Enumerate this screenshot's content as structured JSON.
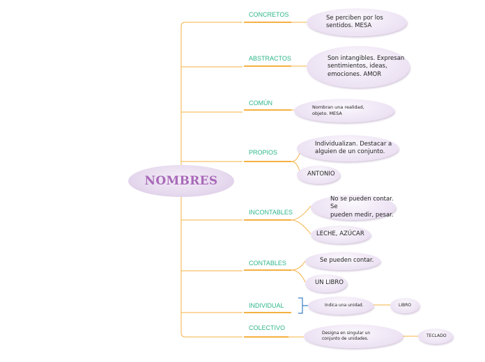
{
  "root": {
    "label": "NOMBRES"
  },
  "categories": [
    {
      "label": "CONCRETOS",
      "notes": [
        "Se perciben por los\nsentidos. MESA"
      ]
    },
    {
      "label": "ABSTRACTOS",
      "notes": [
        "Son intangibles. Expresan\nsentimientos, ideas,\nemociones. AMOR"
      ]
    },
    {
      "label": "COMÚN",
      "notes": [
        "Nombran una realidad,\nobjeto. MESA"
      ]
    },
    {
      "label": "PROPIOS",
      "notes": [
        "Individualizan. Destacar a\nalguien de un conjunto.",
        "ANTONIO"
      ]
    },
    {
      "label": "INCONTABLES",
      "notes": [
        "No se pueden contar. Se\npueden medir, pesar.",
        "LECHE, AZÚCAR"
      ]
    },
    {
      "label": "CONTABLES",
      "notes": [
        "Se pueden contar.",
        "UN LIBRO"
      ]
    },
    {
      "label": "INDIVIDUAL",
      "notes": [
        "Indica una unidad."
      ],
      "example": "LIBRO"
    },
    {
      "label": "COLECTIVO",
      "notes": [
        "Designa en singular un\nconjunto de unidades."
      ],
      "example": "TECLADO"
    }
  ],
  "colors": {
    "line": "#f5b041",
    "category": "#2db58a",
    "root_text": "#a869b8",
    "bracket": "#3a7fc4",
    "bubble": "#ece2f3"
  }
}
